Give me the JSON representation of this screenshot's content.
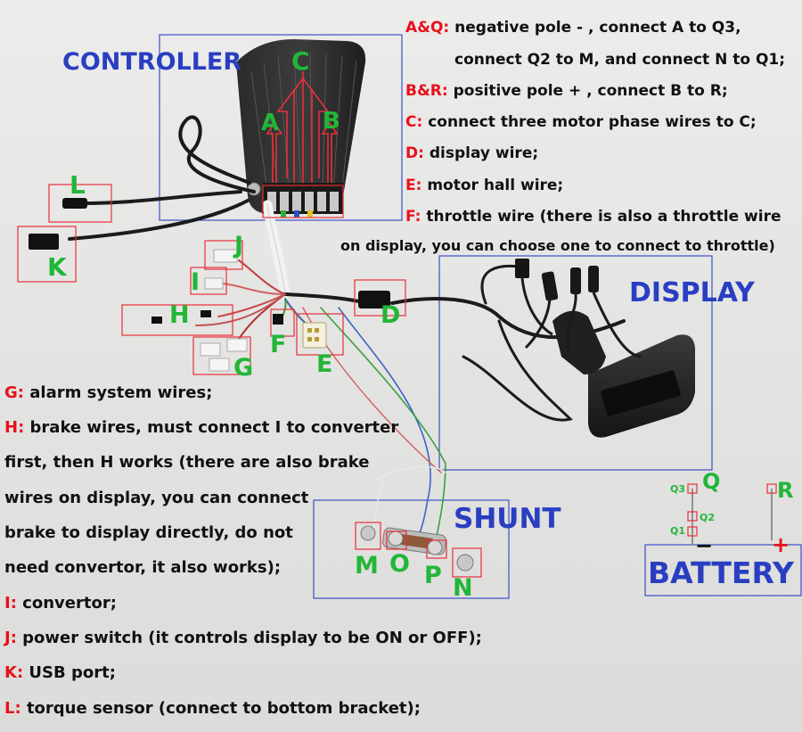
{
  "titles": {
    "controller": "CONTROLLER",
    "display": "DISPLAY",
    "shunt": "SHUNT",
    "battery": "BATTERY"
  },
  "labels": {
    "a": "A",
    "b": "B",
    "c": "C",
    "d": "D",
    "e": "E",
    "f": "F",
    "g": "G",
    "h": "H",
    "i": "I",
    "j": "J",
    "k": "K",
    "l": "L",
    "m": "M",
    "n": "N",
    "o": "O",
    "p": "P",
    "q": "Q",
    "r": "R",
    "q1": "Q1",
    "q2": "Q2",
    "q3": "Q3"
  },
  "battery_marks": {
    "minus": "−",
    "plus": "+"
  },
  "notes_top": [
    {
      "key": "A&Q:",
      "text": " negative pole - , connect A to Q3,"
    },
    {
      "key": "",
      "text": "connect Q2 to M, and connect N to Q1;"
    },
    {
      "key": "B&R:",
      "text": " positive pole + , connect B to R;"
    },
    {
      "key": "C:",
      "text": " connect three motor phase wires to C;"
    },
    {
      "key": "D:",
      "text": " display wire;"
    },
    {
      "key": "E:",
      "text": " motor hall wire;"
    },
    {
      "key": "F:",
      "text": " throttle wire (there is also a throttle wire"
    },
    {
      "key": "",
      "text": "on display, you can choose one to connect to throttle)"
    }
  ],
  "notes_bottom": [
    {
      "key": "G:",
      "text": " alarm system wires;"
    },
    {
      "key": "H:",
      "text": " brake wires, must connect I to converter"
    },
    {
      "key": "",
      "text": " first, then H works (there are also brake"
    },
    {
      "key": "",
      "text": "wires on display, you can connect"
    },
    {
      "key": "",
      "text": "brake to display directly, do not"
    },
    {
      "key": "",
      "text": "need convertor, it also works);"
    },
    {
      "key": "I:",
      "text": " convertor;"
    },
    {
      "key": "J:",
      "text": " power switch (it controls display to be ON or OFF);"
    },
    {
      "key": "K:",
      "text": " USB port;"
    },
    {
      "key": "L:",
      "text": " torque sensor (connect to bottom bracket);"
    }
  ],
  "colors": {
    "highlight_box": "#e8303a",
    "group_box": "#3b4fc8",
    "letter": "#22b638",
    "key_text": "#e8101a",
    "title": "#2a3ec2"
  }
}
